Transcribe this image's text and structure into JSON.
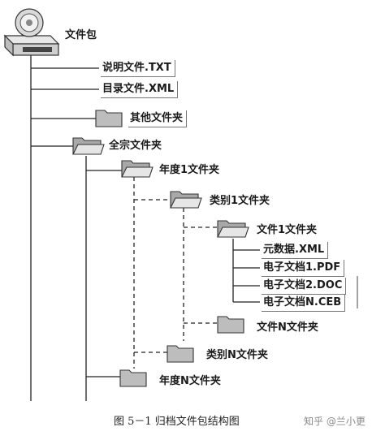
{
  "root": {
    "icon": "package-disk-icon",
    "label": "文件包"
  },
  "nodes": [
    {
      "key": "desc",
      "label": "说明文件.TXT",
      "icon": "",
      "boxed": true
    },
    {
      "key": "dir",
      "label": "目录文件.XML",
      "icon": "",
      "boxed": true
    },
    {
      "key": "other",
      "label": "其他文件夹",
      "icon": "folder-closed-icon",
      "boxed": true
    },
    {
      "key": "all",
      "label": "全宗文件夹",
      "icon": "folder-open-icon",
      "boxed": false
    },
    {
      "key": "year1",
      "label": "年度1文件夹",
      "icon": "folder-open-icon",
      "boxed": false
    },
    {
      "key": "cat1",
      "label": "类别1文件夹",
      "icon": "folder-open-icon",
      "boxed": false
    },
    {
      "key": "file1",
      "label": "文件1文件夹",
      "icon": "folder-open-icon",
      "boxed": false
    },
    {
      "key": "meta",
      "label": "元数据.XML",
      "icon": "",
      "boxed": true
    },
    {
      "key": "pdf",
      "label": "电子文档1.PDF",
      "icon": "",
      "boxed": true
    },
    {
      "key": "doc",
      "label": "电子文档2.DOC",
      "icon": "",
      "boxed": true
    },
    {
      "key": "ceb",
      "label": "电子文档N.CEB",
      "icon": "",
      "boxed": true
    },
    {
      "key": "fileN",
      "label": "文件N文件夹",
      "icon": "folder-closed-icon",
      "boxed": false
    },
    {
      "key": "catN",
      "label": "类别N文件夹",
      "icon": "folder-closed-icon",
      "boxed": false
    },
    {
      "key": "yearN",
      "label": "年度N文件夹",
      "icon": "folder-closed-icon",
      "boxed": false
    }
  ],
  "caption": "图 5－1    归档文件包结构图",
  "watermark": "知乎 @兰小更"
}
